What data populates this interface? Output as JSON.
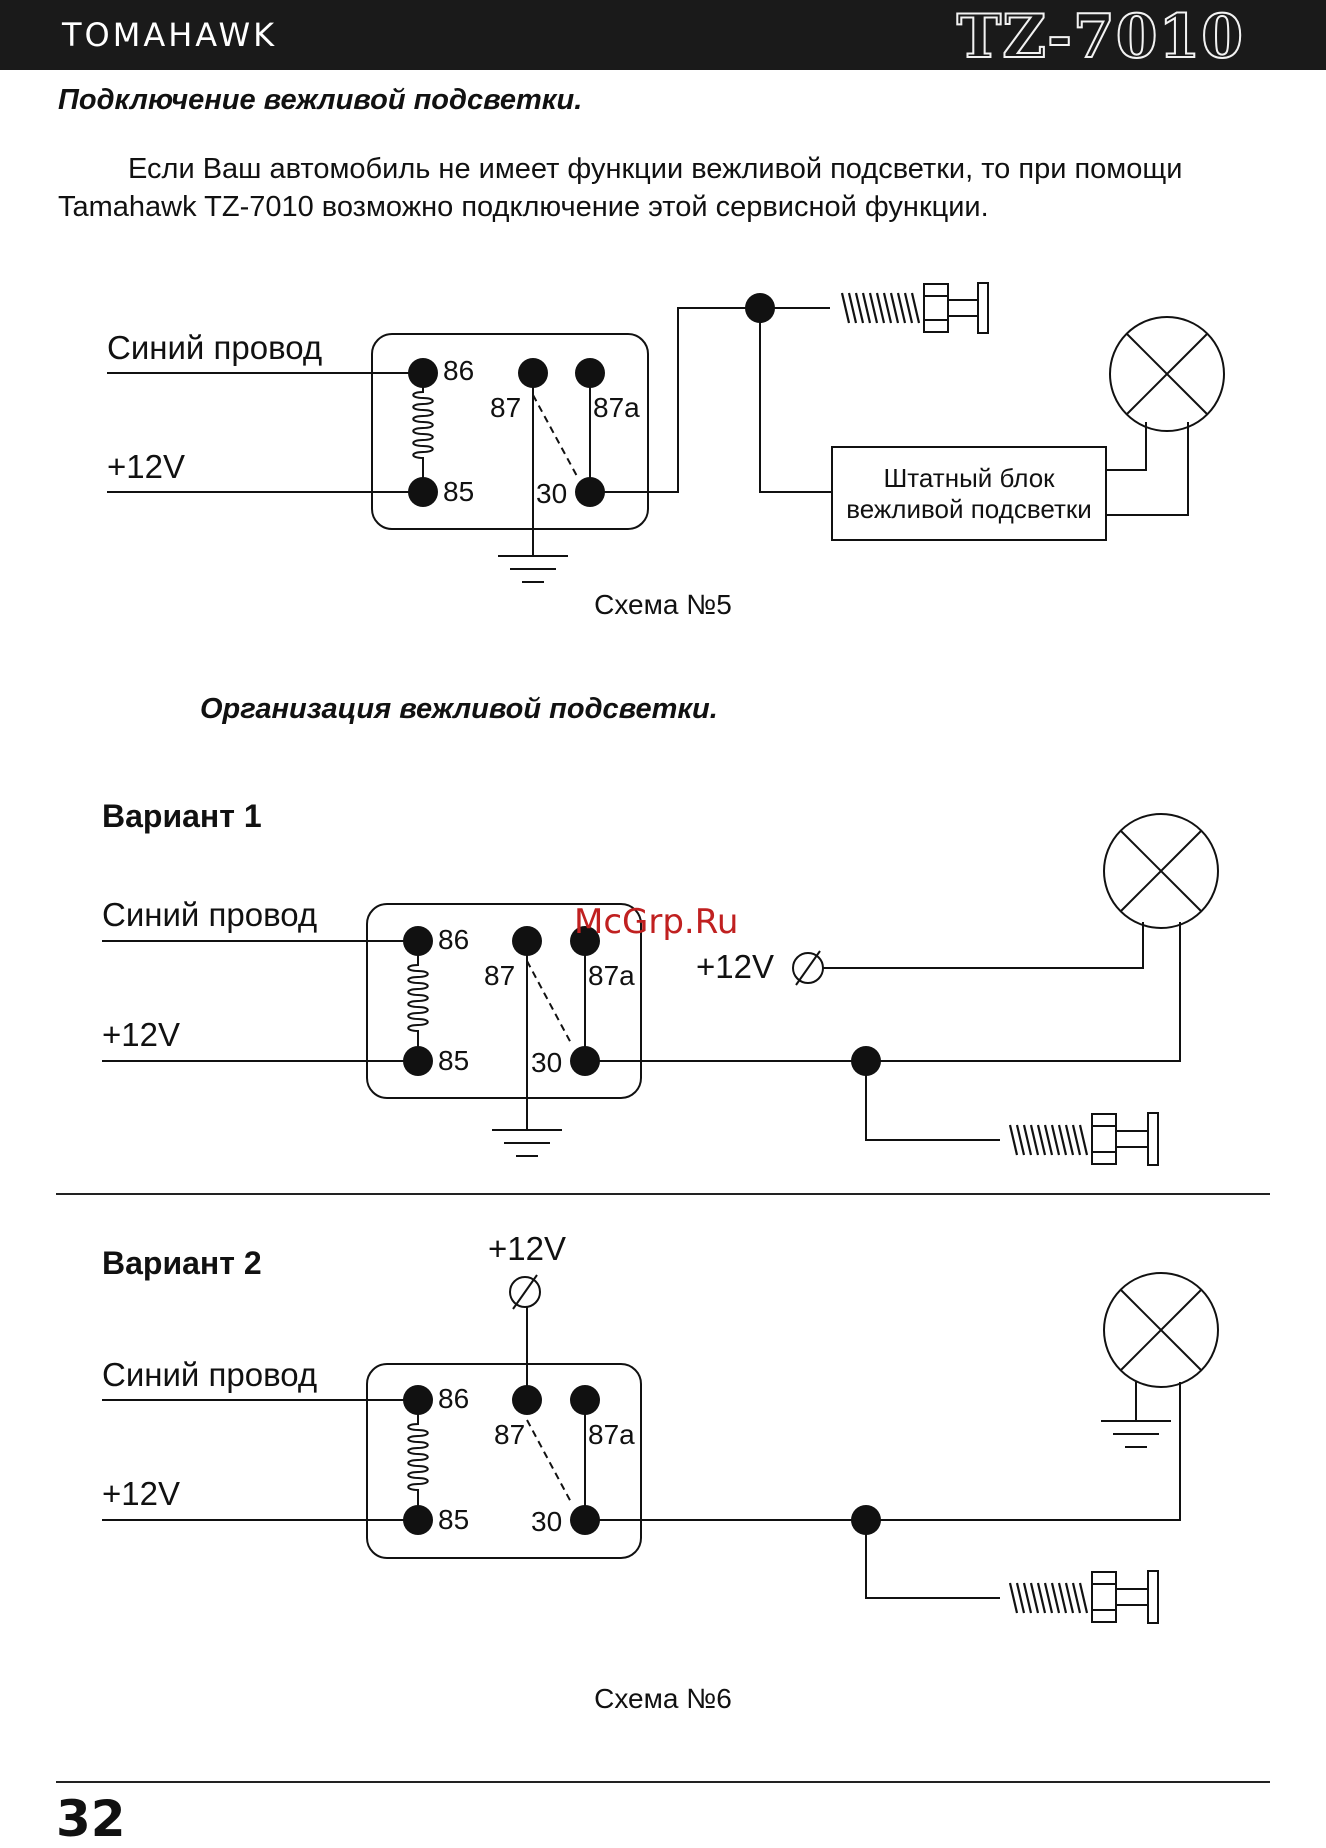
{
  "header": {
    "brand": "TOMAHAWK",
    "model": "TZ-7010"
  },
  "section1": {
    "title": "Подключение вежливой подсветки.",
    "paragraph_line1": "Если Ваш автомобиль не имеет функции вежливой подсветки, то при помощи",
    "paragraph_line2": "Tamahawk TZ-7010 возможно подключение этой сервисной функции."
  },
  "relay_labels": {
    "p86": "86",
    "p87": "87",
    "p87a": "87a",
    "p30": "30",
    "p85": "85"
  },
  "wire_labels": {
    "blue_wire": "Синий провод",
    "plus12": "+12V"
  },
  "scheme5": {
    "block_line1": "Штатный блок",
    "block_line2": "вежливой подсветки",
    "caption": "Схема №5"
  },
  "section2": {
    "title": "Организация вежливой подсветки."
  },
  "variant1": {
    "title": "Вариант 1"
  },
  "variant2": {
    "title": "Вариант 2"
  },
  "scheme6": {
    "caption": "Схема №6"
  },
  "watermark": "McGrp.Ru",
  "page_number": "32",
  "colors": {
    "ink": "#111111",
    "header": "#1a1a1a",
    "watermark": "#c02020"
  }
}
